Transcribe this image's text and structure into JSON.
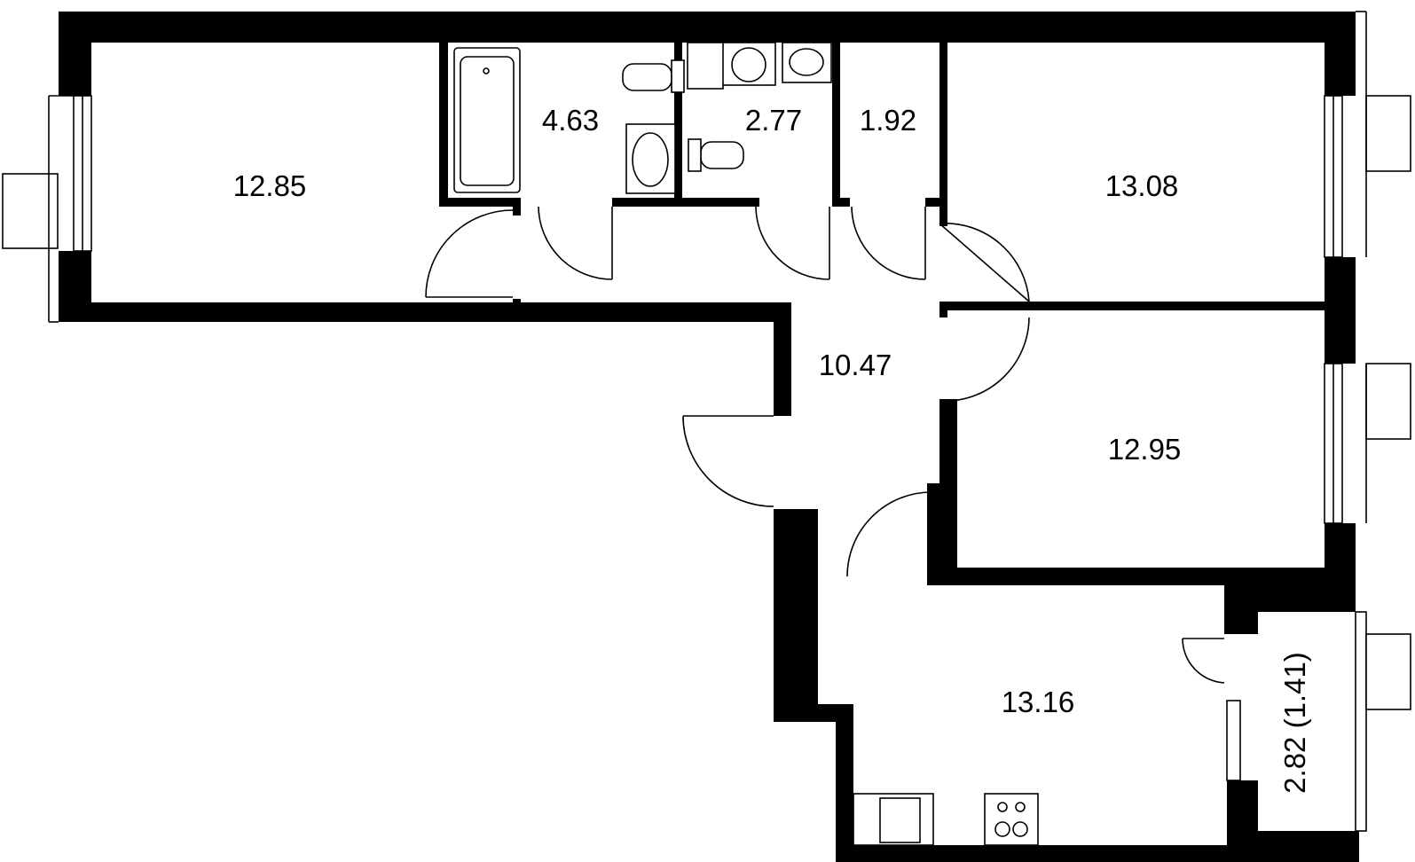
{
  "rooms": [
    {
      "id": "bedroom-1",
      "area": "12.85"
    },
    {
      "id": "bathroom",
      "area": "4.63"
    },
    {
      "id": "toilet",
      "area": "2.77"
    },
    {
      "id": "storage",
      "area": "1.92"
    },
    {
      "id": "bedroom-2",
      "area": "13.08"
    },
    {
      "id": "hallway",
      "area": "10.47"
    },
    {
      "id": "bedroom-3",
      "area": "12.95"
    },
    {
      "id": "kitchen",
      "area": "13.16"
    },
    {
      "id": "balcony",
      "area": "2.82 (1.41)"
    }
  ],
  "colors": {
    "wall": "#000000",
    "background": "#ffffff"
  }
}
